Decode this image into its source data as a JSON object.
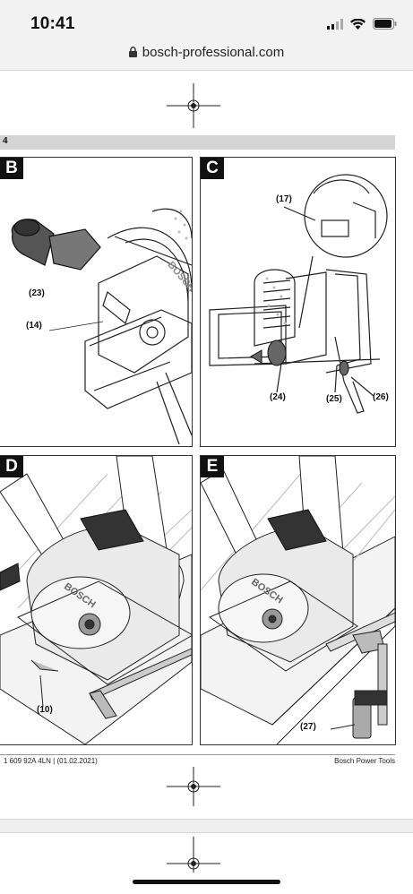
{
  "status": {
    "time": "10:41"
  },
  "browser": {
    "url": "bosch-professional.com"
  },
  "document": {
    "page_number": "4",
    "footer_left": "1 609 92A 4LN | (01.02.2021)",
    "footer_right": "Bosch Power Tools",
    "panels": [
      {
        "letter": "B",
        "callouts": [
          "(23)",
          "(14)"
        ]
      },
      {
        "letter": "C",
        "callouts": [
          "(17)",
          "(24)",
          "(25)",
          "(26)"
        ]
      },
      {
        "letter": "D",
        "callouts": [
          "(10)"
        ]
      },
      {
        "letter": "E",
        "callouts": [
          "(27)"
        ]
      }
    ],
    "brand_mark": "BOSCH"
  },
  "icons": [
    "signal-icon",
    "wifi-icon",
    "battery-icon",
    "lock-icon",
    "registration-mark-icon"
  ]
}
